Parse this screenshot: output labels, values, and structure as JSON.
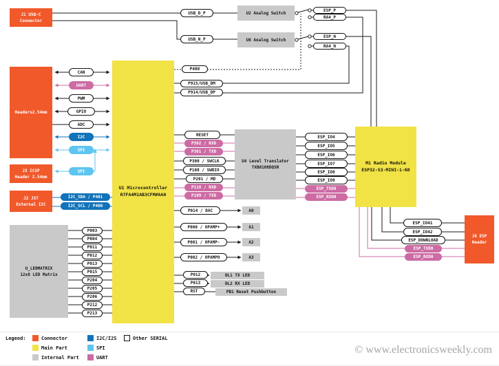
{
  "boxes": {
    "j1": {
      "l1": "J1 USB-C",
      "l2": "Connector"
    },
    "headers": {
      "l1": "Headers2.54mm"
    },
    "j3": {
      "l1": "J3 ICSP",
      "l2": "Header 2.54mm"
    },
    "j2": {
      "l1": "J2 JST",
      "l2": "External I2C"
    },
    "ledmatrix": {
      "l1": "U_LEDMATRIX",
      "l2": "12x8 LED Matrix"
    },
    "u1": {
      "l1": "U1 Microcontroller",
      "l2": "R7FA4M1AB3CFM#AA0"
    },
    "u2": {
      "l1": "U2 Analog Switch"
    },
    "u6": {
      "l1": "U6 Analog Switch"
    },
    "u4": {
      "l1": "U4 Level Translator",
      "l2": "TXB0108DQSR"
    },
    "m1": {
      "l1": "M1 Radio Module",
      "l2": "ESP32-S3-MINI-1-N8"
    },
    "j6": {
      "l1": "J6 ESP",
      "l2": "Header"
    },
    "a0": "A0",
    "a1": "A1",
    "a2": "A2",
    "a3": "A3",
    "dl1": "DL1 TX LED",
    "dl2": "DL2 RX LED",
    "pb1": "PB1 Reset Pushbutton"
  },
  "pills": {
    "usb_d_p": "USB_D_P",
    "usb_n_p": "USB_N_P",
    "p408": "P408",
    "p915": "P915/USB_DM",
    "p914": "P914/USB_DP",
    "esp_p": "ESP_P",
    "ra4_p": "RA4_P",
    "esp_n": "ESP_N",
    "ra4_n": "RA4_N",
    "can": "CAN",
    "uart": "UART",
    "pwm": "PWM",
    "gpio": "GPIO",
    "adc": "ADC",
    "i2c": "I2C",
    "spi": "SPI",
    "spi_icsp": "SPI",
    "i2c_sda": "I2C_SDA / P401",
    "i2c_scl": "I2C_SCL / P400",
    "led_p003": "P003",
    "led_p004": "P004",
    "led_p011": "P011",
    "led_p012": "P012",
    "led_p013": "P013",
    "led_p015": "P015",
    "led_p204": "P204",
    "led_p205": "P205",
    "led_p206": "P206",
    "led_p212": "P212",
    "led_p213": "P213",
    "reset": "RESET",
    "p302": "P302 / RXD",
    "p301": "P301 / TXD",
    "p300": "P300 / SWCLK",
    "p108": "P108 / SWDIO",
    "p201": "P201 / MD",
    "p110": "P110 / RXD",
    "p109": "P109 / TXD",
    "esp_io4": "ESP_IO4",
    "esp_io5": "ESP_IO5",
    "esp_io6": "ESP_IO6",
    "esp_io7": "ESP_IO7",
    "esp_io8": "ESP_IO8",
    "esp_io9": "ESP_IO9",
    "esp_txd0_a": "ESP_TXD0",
    "esp_rxd0_a": "ESP_RXD0",
    "p014": "P014 / DAC",
    "p000": "P000 / OPAMP+",
    "p001": "P001 / OPAMP-",
    "p002": "P002 / OPAMPO",
    "p012": "P012",
    "p013": "P013",
    "rst": "RST",
    "esp_io41": "ESP_IO41",
    "esp_io42": "ESP_IO42",
    "esp_download": "ESP_DOWNLOAD",
    "esp_txd0_b": "ESP_TXD0",
    "esp_rxd0_b": "ESP_RXD0"
  },
  "legend": {
    "title": "Legend:",
    "items": [
      {
        "label": "Connector",
        "color": "#F1592B"
      },
      {
        "label": "Main Part",
        "color": "#F1E245"
      },
      {
        "label": "Internal Part",
        "color": "#C9C9C9"
      },
      {
        "label": "I2C/I2S",
        "color": "#1173B9"
      },
      {
        "label": "SPI",
        "color": "#5EC5F1"
      },
      {
        "label": "UART",
        "color": "#CC6BA4"
      },
      {
        "label": "Other SERIAL",
        "color": "#FFFFFF"
      }
    ]
  },
  "footer": {
    "copyright": "© www.electronicsweekly.com"
  },
  "colors": {
    "connector": "#F1592B",
    "main_part": "#F1E245",
    "internal_part": "#C9C9C9",
    "i2c_i2s": "#1173B9",
    "spi": "#5EC5F1",
    "uart": "#CC6BA4",
    "wire": "#1a1a1a"
  }
}
